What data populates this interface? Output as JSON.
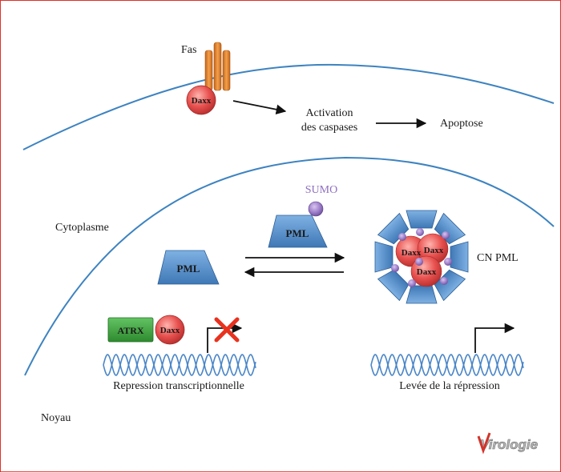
{
  "labels": {
    "fas": "Fas",
    "daxx": "Daxx",
    "activation_line1": "Activation",
    "activation_line2": "des caspases",
    "apoptose": "Apoptose",
    "sumo": "SUMO",
    "pml": "PML",
    "cn_pml": "CN PML",
    "cytoplasme": "Cytoplasme",
    "atrx": "ATRX",
    "repression": "Repression transcriptionnelle",
    "levee": "Levée de la répression",
    "noyau": "Noyau",
    "logo": "Virologie"
  },
  "colors": {
    "membrane": "#3d83c0",
    "fas_orange": "#e07d1f",
    "daxx_red": "#e8514f",
    "pml_blue": "#5a93cf",
    "sumo_purple": "#9b7bc8",
    "atrx_green": "#3aa23a",
    "cross_red": "#e8321e",
    "dna_blue": "#4a86c8",
    "frame_red": "#e0302a"
  }
}
